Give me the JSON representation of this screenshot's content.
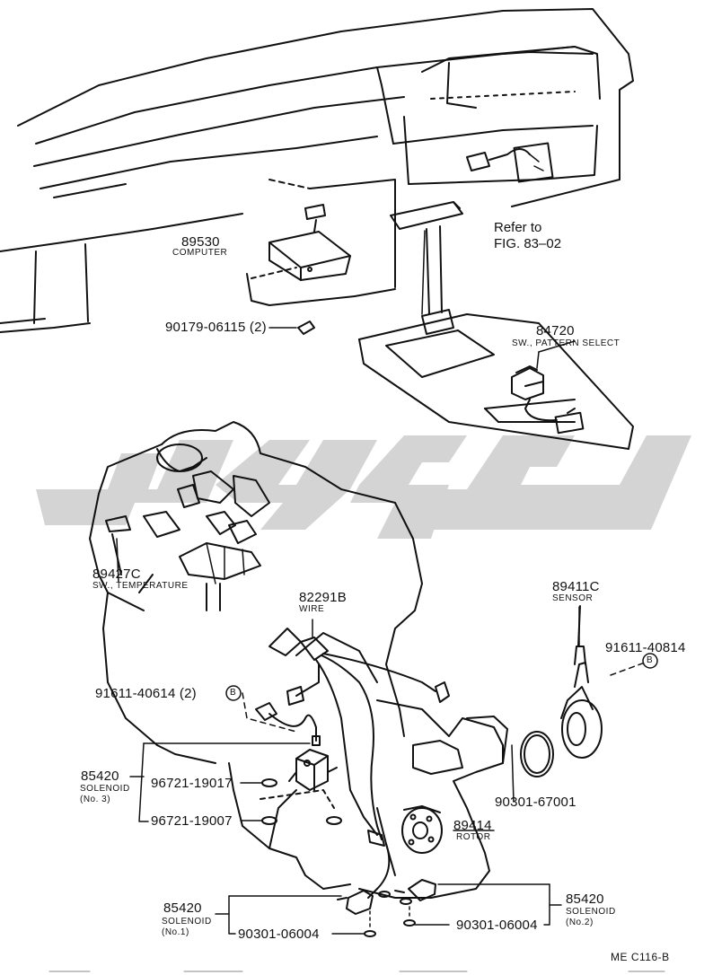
{
  "parts": {
    "computer": {
      "number": "89530",
      "name": "COMPUTER"
    },
    "nut": {
      "number": "90179-06115 (2)"
    },
    "refer": {
      "line1": "Refer to",
      "line2": "FIG. 83–02"
    },
    "pattern_switch": {
      "number": "84720",
      "name": "SW., PATTERN SELECT"
    },
    "temp_switch": {
      "number": "89427C",
      "name": "SW., TEMPERATURE"
    },
    "wire": {
      "number": "82291B",
      "name": "WIRE"
    },
    "sensor": {
      "number": "89411C",
      "name": "SENSOR"
    },
    "bolt_right": {
      "number": "91611-40814",
      "ref": "B"
    },
    "bolt_left": {
      "number": "91611-40614 (2)",
      "ref": "B"
    },
    "solenoid3": {
      "number": "85420",
      "name": "SOLENOID",
      "sub": "(No. 3)"
    },
    "oring_a": {
      "number": "96721-19017"
    },
    "oring_b": {
      "number": "96721-19007"
    },
    "oring_c": {
      "number": "90301-67001"
    },
    "rotor": {
      "number": "89414",
      "name": "ROTOR"
    },
    "solenoid1": {
      "number": "85420",
      "name": "SOLENOID",
      "sub": "(No.1)"
    },
    "solenoid2": {
      "number": "85420",
      "name": "SOLENOID",
      "sub": "(No.2)"
    },
    "oring_d": {
      "number": "90301-06004"
    },
    "oring_e": {
      "number": "90301-06004"
    }
  },
  "watermark": {
    "color": "#d4d4d4"
  },
  "figure_code": "ME C116-B"
}
